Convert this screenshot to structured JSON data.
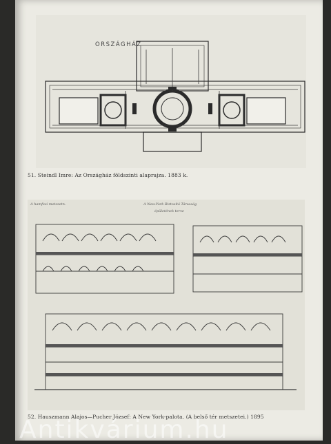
{
  "figure1": {
    "title": "ORSZÁGHÁZ",
    "caption": "51. Steindl Imre: Az Országház földszinti alaprajza. 1883 k."
  },
  "figure2": {
    "label_left": "A hamfesi metszetn.",
    "label_right_1": "A New-York Biztosító Társaság",
    "label_right_2": "épületének terve",
    "caption": "52. Hauszmann Alajos—Pucher József: A New York-palota. (A belső tér metszetei.) 1895"
  },
  "watermark": "Antikvárium.hu"
}
